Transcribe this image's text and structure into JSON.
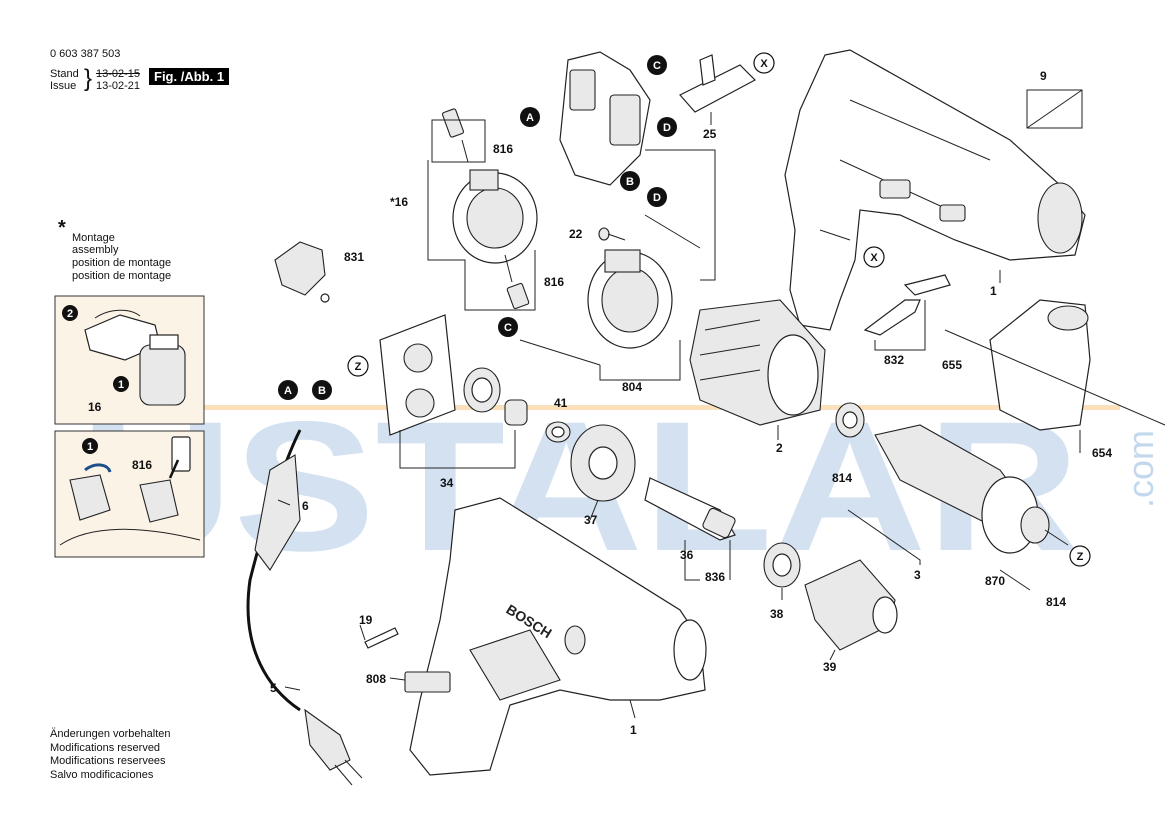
{
  "header": {
    "part_number": "0 603 387 503",
    "stand_label": "Stand",
    "issue_label": "Issue",
    "stand_date": "13-02-15",
    "issue_date": "13-02-21",
    "figure": "Fig. /Abb. 1"
  },
  "montage_note": {
    "asterisk": "*",
    "lines": [
      "Montage",
      "assembly",
      "position de montage",
      "position de montage"
    ]
  },
  "footer": {
    "lines": [
      "Änderungen vorbehalten",
      "Modifications reserved",
      "Modifications reservees",
      "Salvo modificaciones"
    ]
  },
  "watermark": {
    "text": "USTALAR",
    "suffix": ".com",
    "colors": {
      "blue": "#3b7cc4",
      "orange": "#f2a93b"
    }
  },
  "callouts": {
    "A": "A",
    "B": "B",
    "C": "C",
    "D": "D",
    "X": "X",
    "Z": "Z",
    "n1": "1",
    "n2": "2"
  },
  "parts": {
    "p9": "9",
    "p1": "1",
    "p25": "25",
    "p816": "816",
    "p16": "16",
    "star16": "*16",
    "p22": "22",
    "p831": "831",
    "p804": "804",
    "p832": "832",
    "p655": "655",
    "p654": "654",
    "p2": "2",
    "p41": "41",
    "p34": "34",
    "p6": "6",
    "p37": "37",
    "p36": "36",
    "p836": "836",
    "p38": "38",
    "p39": "39",
    "p3": "3",
    "p814": "814",
    "p870": "870",
    "p19": "19",
    "p808": "808",
    "p5": "5"
  },
  "brand": "BOSCH"
}
